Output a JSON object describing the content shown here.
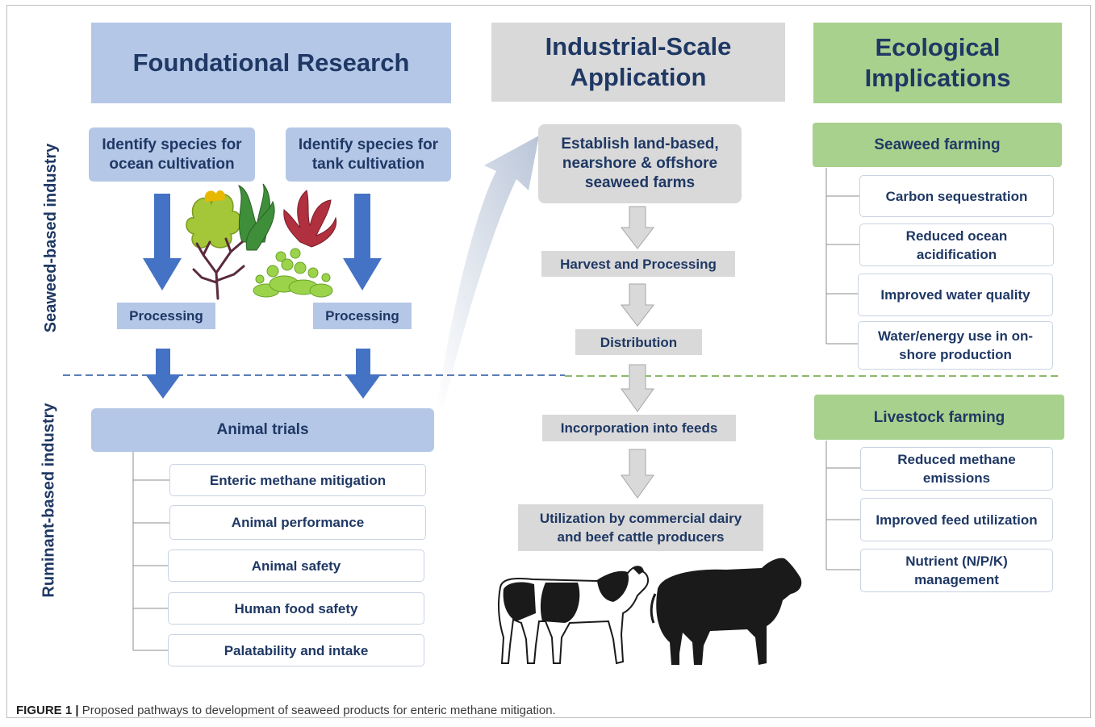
{
  "columns": {
    "foundational": "Foundational Research",
    "industrial": "Industrial-Scale Application",
    "ecological": "Ecological Implications"
  },
  "row_labels": {
    "seaweed": "Seaweed-based industry",
    "ruminant": "Ruminant-based industry"
  },
  "foundational": {
    "ocean_species": "Identify species for ocean cultivation",
    "tank_species": "Identify species for tank cultivation",
    "processing_left": "Processing",
    "processing_right": "Processing",
    "animal_trials": "Animal trials",
    "trials": [
      "Enteric methane mitigation",
      "Animal performance",
      "Animal safety",
      "Human food safety",
      "Palatability and intake"
    ]
  },
  "industrial": {
    "farms": "Establish land-based, nearshore & offshore seaweed farms",
    "harvest": "Harvest and Processing",
    "distribution": "Distribution",
    "incorporation": "Incorporation into feeds",
    "utilization": "Utilization by commercial dairy and beef cattle producers"
  },
  "ecological": {
    "seaweed_farming": "Seaweed farming",
    "seaweed_items": [
      "Carbon sequestration",
      "Reduced ocean acidification",
      "Improved water quality",
      "Water/energy use in on-shore production"
    ],
    "livestock_farming": "Livestock farming",
    "livestock_items": [
      "Reduced methane emissions",
      "Improved feed utilization",
      "Nutrient (N/P/K) management"
    ]
  },
  "caption": {
    "label": "FIGURE 1 |",
    "text": " Proposed pathways to development of seaweed products for enteric methane mitigation."
  },
  "colors": {
    "blue_header": "#b4c7e7",
    "grey_header": "#d9d9d9",
    "green_header": "#a9d18e",
    "arrow_blue": "#4472c4",
    "text_navy": "#1f3864"
  }
}
